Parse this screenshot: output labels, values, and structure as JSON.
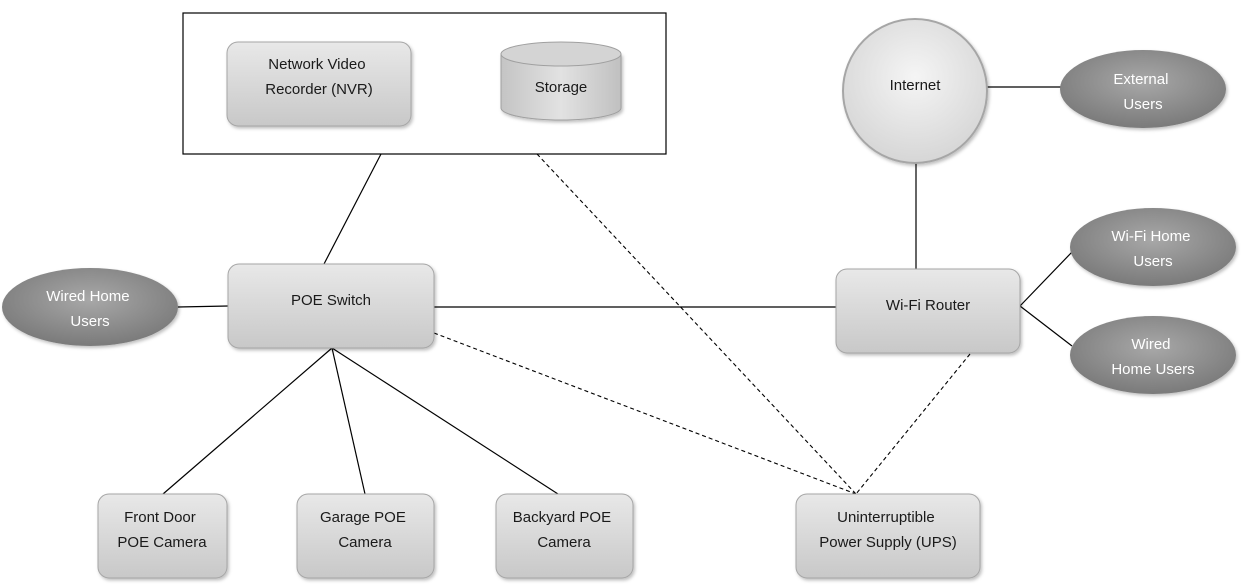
{
  "nodes": {
    "nvr": {
      "lines": [
        "Network Video",
        "Recorder (NVR)"
      ]
    },
    "storage": {
      "lines": [
        "Storage"
      ]
    },
    "internet": {
      "lines": [
        "Internet"
      ]
    },
    "external_users": {
      "lines": [
        "External",
        "Users"
      ]
    },
    "wired_home_users_left": {
      "lines": [
        "Wired Home",
        "Users"
      ]
    },
    "poe_switch": {
      "lines": [
        "POE Switch"
      ]
    },
    "wifi_router": {
      "lines": [
        "Wi-Fi Router"
      ]
    },
    "wifi_home_users": {
      "lines": [
        "Wi-Fi Home",
        "Users"
      ]
    },
    "wired_home_users_right": {
      "lines": [
        "Wired",
        "Home Users"
      ]
    },
    "front_door_camera": {
      "lines": [
        "Front Door",
        "POE Camera"
      ]
    },
    "garage_camera": {
      "lines": [
        "Garage POE",
        "Camera"
      ]
    },
    "backyard_camera": {
      "lines": [
        "Backyard POE",
        "Camera"
      ]
    },
    "ups": {
      "lines": [
        "Uninterruptible",
        "Power Supply (UPS)"
      ]
    }
  },
  "colors": {
    "box_fill_top": "#e6e6e6",
    "box_fill_bottom": "#c9c9c9",
    "ellipse_fill_center": "#a3a3a3",
    "ellipse_fill_edge": "#7f7f7f",
    "line": "#000000"
  }
}
